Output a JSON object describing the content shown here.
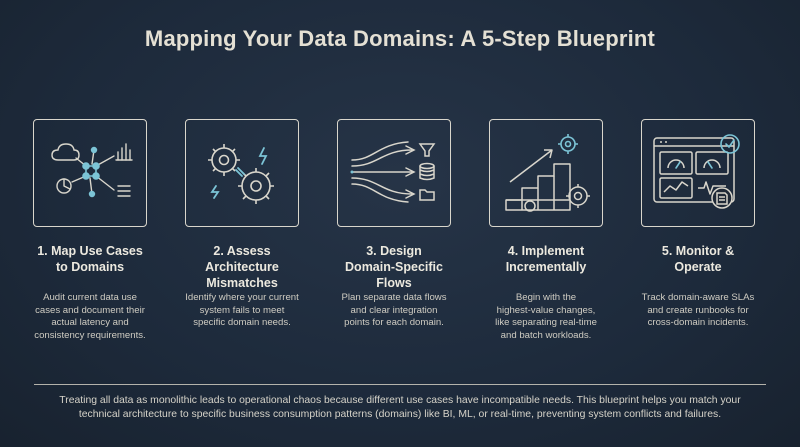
{
  "title": "Mapping Your Data Domains: A 5-Step Blueprint",
  "steps": [
    {
      "title_lines": [
        "1. Map Use Cases",
        "to Domains"
      ],
      "desc_lines": [
        "Audit current data use",
        "cases and document their",
        "actual latency and",
        "consistency requirements."
      ],
      "icon": "network-map-icon"
    },
    {
      "title_lines": [
        "2. Assess",
        "Architecture",
        "Mismatches"
      ],
      "desc_lines": [
        "Identify where your current",
        "system fails to meet",
        "specific domain needs."
      ],
      "icon": "broken-gears-icon"
    },
    {
      "title_lines": [
        "3. Design",
        "Domain-Specific",
        "Flows"
      ],
      "desc_lines": [
        "Plan separate data flows",
        "and clear integration",
        "points for each domain."
      ],
      "icon": "data-flows-icon"
    },
    {
      "title_lines": [
        "4. Implement",
        "Incrementally"
      ],
      "desc_lines": [
        "Begin with the",
        "highest-value changes,",
        "like separating real-time",
        "and batch workloads."
      ],
      "icon": "stairs-growth-icon"
    },
    {
      "title_lines": [
        "5. Monitor &",
        "Operate"
      ],
      "desc_lines": [
        "Track domain-aware SLAs",
        "and create runbooks for",
        "cross-domain incidents."
      ],
      "icon": "dashboard-monitor-icon"
    }
  ],
  "footer_lines": [
    "Treating all data as monolithic leads to operational chaos because different use cases have incompatible needs. This blueprint helps you match your",
    "technical architecture to specific business consumption patterns (domains) like BI, ML, or real-time, preventing system conflicts and failures."
  ],
  "colors": {
    "background": "#1f2937",
    "accent": "#7cc4d6",
    "line": "#d9d6cc"
  }
}
